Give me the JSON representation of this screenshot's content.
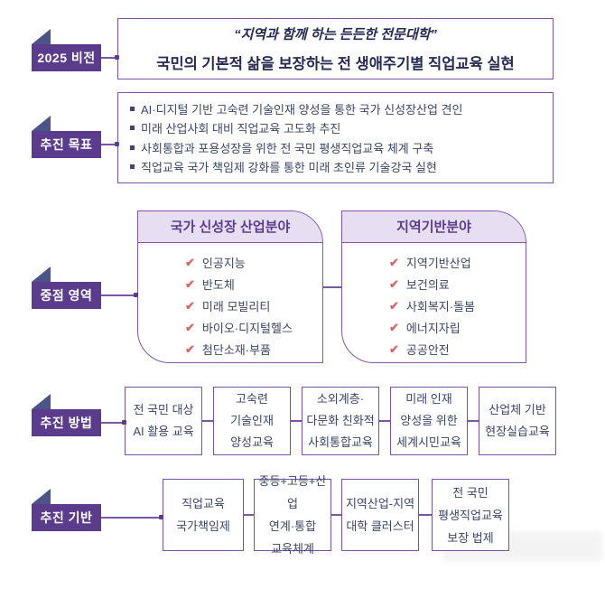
{
  "icons": {
    "check": "✔"
  },
  "colors": {
    "accent_purple": "#5b3c8c",
    "border_purple": "#7b53a2",
    "fold_navy": "#4c5386",
    "panel_header_bg": "#e8def1",
    "check_red": "#d4686d",
    "title_text": "#252a52",
    "body_text": "#3b4667"
  },
  "sections": {
    "vision": {
      "label": "2025 비전",
      "quote": "“지역과 함께 하는 든든한 전문대학”",
      "headline": "국민의 기본적 삶을 보장하는 전 생애주기별 직업교육 실현"
    },
    "goals": {
      "label": "추진 목표",
      "bullets": [
        "AI·디지털 기반 고숙련 기술인재 양성을 통한 국가 신성장산업 견인",
        "미래 산업사회 대비 직업교육 고도화 추진",
        "사회통합과 포용성장을 위한 전 국민 평생직업교육 체계 구축",
        "직업교육 국가 책임제 강화를 통한 미래 초인류 기술강국 실현"
      ]
    },
    "focus": {
      "label": "중점 영역",
      "panels": [
        {
          "title": "국가 신성장 산업분야",
          "items": [
            "인공지능",
            "반도체",
            "미래 모빌리티",
            "바이오·디지털헬스",
            "첨단소재·부품"
          ]
        },
        {
          "title": "지역기반분야",
          "items": [
            "지역기반산업",
            "보건의료",
            "사회복지·돌봄",
            "에너지자립",
            "공공안전"
          ]
        }
      ]
    },
    "methods": {
      "label": "추진 방법",
      "boxes": [
        "전 국민 대상\nAI 활용 교육",
        "고숙련\n기술인재\n양성교육",
        "소외계층·\n다문화 친화적\n사회통합교육",
        "미래 인재\n양성을 위한\n세계시민교육",
        "산업체 기반\n현장실습교육"
      ]
    },
    "foundations": {
      "label": "추진 기반",
      "boxes": [
        "직업교육\n국가책임제",
        "중등+고등+산업\n연계·통합\n교육체계",
        "지역산업-지역\n대학 클러스터",
        "전 국민\n평생직업교육\n보장 법제"
      ]
    }
  }
}
